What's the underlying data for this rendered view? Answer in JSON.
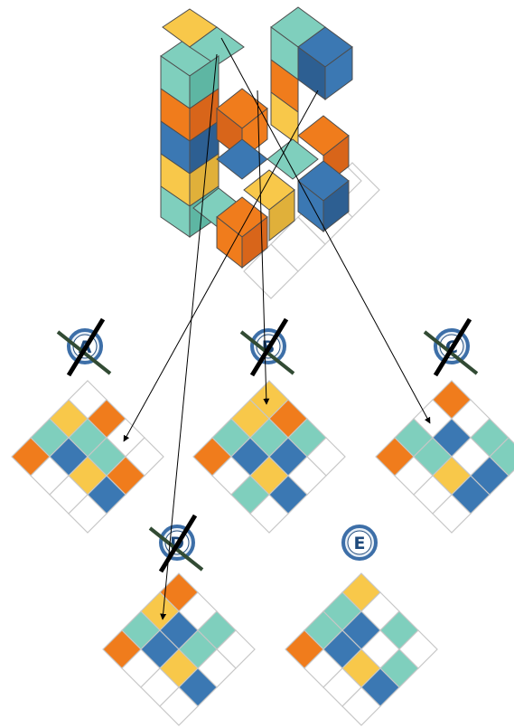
{
  "colors": {
    "teal": "#7fcfbd",
    "orange": "#f07c1c",
    "yellow": "#f8c84a",
    "blue": "#3b78b3",
    "white": "#ffffff",
    "grid_line": "#c7c7c7",
    "badge_ring": "#3d6fa8",
    "badge_ring_dark": "#1f4a7c",
    "cross": "#324b34",
    "arrow": "#000000"
  },
  "options": [
    {
      "label": "A",
      "crossed": true,
      "cells": [
        [
          "W",
          "O",
          "W",
          "W"
        ],
        [
          "Y",
          "T",
          "T",
          "O"
        ],
        [
          "T",
          "B",
          "Y",
          "B"
        ],
        [
          "O",
          "W",
          "W",
          "W"
        ]
      ]
    },
    {
      "label": "B",
      "crossed": true,
      "cells": [
        [
          "Y",
          "O",
          "T",
          "W"
        ],
        [
          "Y",
          "T",
          "B",
          "W"
        ],
        [
          "T",
          "B",
          "Y",
          "B"
        ],
        [
          "O",
          "W",
          "T",
          "W"
        ]
      ]
    },
    {
      "label": "C",
      "crossed": true,
      "cells": [
        [
          "O",
          "W",
          "T",
          "T"
        ],
        [
          "W",
          "B",
          "W",
          "B"
        ],
        [
          "T",
          "T",
          "Y",
          "B"
        ],
        [
          "O",
          "W",
          "W",
          "W"
        ]
      ]
    },
    {
      "label": "D",
      "crossed": true,
      "cells": [
        [
          "O",
          "W",
          "T",
          "W"
        ],
        [
          "Y",
          "B",
          "T",
          "W"
        ],
        [
          "T",
          "B",
          "Y",
          "B"
        ],
        [
          "O",
          "W",
          "W",
          "W"
        ]
      ]
    },
    {
      "label": "E",
      "crossed": false,
      "cells": [
        [
          "Y",
          "W",
          "T",
          "W"
        ],
        [
          "T",
          "B",
          "W",
          "T"
        ],
        [
          "T",
          "B",
          "Y",
          "B"
        ],
        [
          "O",
          "W",
          "W",
          "W"
        ]
      ]
    }
  ]
}
